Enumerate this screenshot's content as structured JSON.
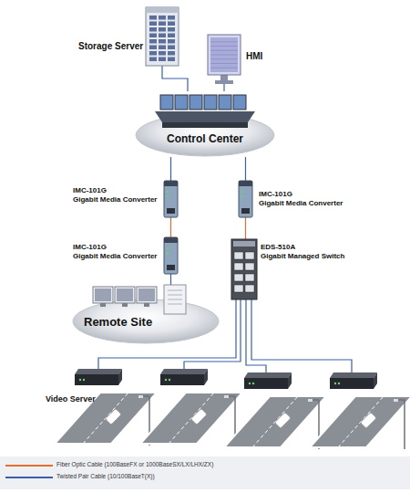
{
  "diagram": {
    "nodes": [
      {
        "text": [
          "Storage Server"
        ]
      },
      {
        "text": [
          "HMI"
        ]
      },
      {
        "text": [
          "Control Center"
        ]
      },
      {
        "text": [
          "IMC-101G",
          "Gigabit Media Converter"
        ]
      },
      {
        "text": [
          "IMC-101G",
          "Gigabit Media Converter"
        ]
      },
      {
        "text": [
          "IMC-101G",
          "Gigabit Media Converter"
        ]
      },
      {
        "text": [
          "EDS-510A",
          "Gigabit Managed Switch"
        ]
      },
      {
        "text": [
          "Remote Site"
        ]
      },
      {
        "text": [
          "Video Server"
        ]
      }
    ],
    "edges": [
      {
        "from": 0,
        "to": 2,
        "arrow": "none"
      },
      {
        "from": 1,
        "to": 2,
        "arrow": "none"
      },
      {
        "from": 2,
        "to": 3,
        "arrow": "none"
      },
      {
        "from": 2,
        "to": 4,
        "arrow": "none"
      },
      {
        "from": 3,
        "to": 5,
        "arrow": "none"
      },
      {
        "from": 4,
        "to": 6,
        "arrow": "none"
      },
      {
        "from": 5,
        "to": 7,
        "arrow": "none"
      },
      {
        "from": 6,
        "to": 8,
        "arrow": "none"
      }
    ],
    "legend": [
      {
        "text": "Fiber Optic Cable (100BaseFX or 1000BaseSX/LX/LHX/ZX)"
      },
      {
        "text": "Twisted Pair Cable (10/100BaseT(X))"
      }
    ]
  }
}
